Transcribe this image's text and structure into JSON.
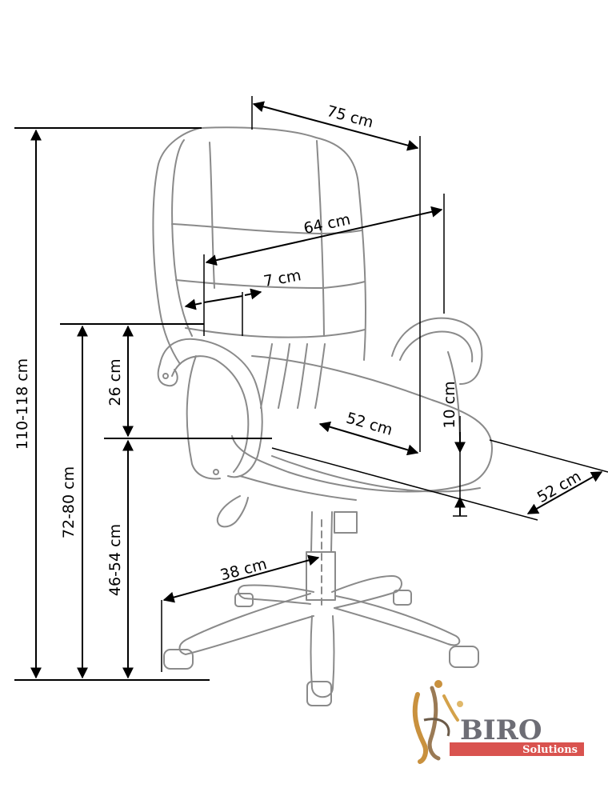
{
  "dimensions": {
    "total_height": "110-118 cm",
    "armrest_height": "72-80 cm",
    "seat_height": "46-54 cm",
    "armrest_above_seat": "26 cm",
    "total_width": "75 cm",
    "seat_width": "64 cm",
    "backrest_thickness": "7 cm",
    "seat_depth": "52 cm",
    "total_depth": "52 cm",
    "adjust_range": "10 cm",
    "base_radius": "38 cm"
  },
  "logo": {
    "name": "BIRO",
    "tagline": "Solutions",
    "brand_color": "#d9534f",
    "icon": "brushes-icon"
  },
  "colors": {
    "chair_outline": "#8a8a8a",
    "dimension_lines": "#000000"
  }
}
